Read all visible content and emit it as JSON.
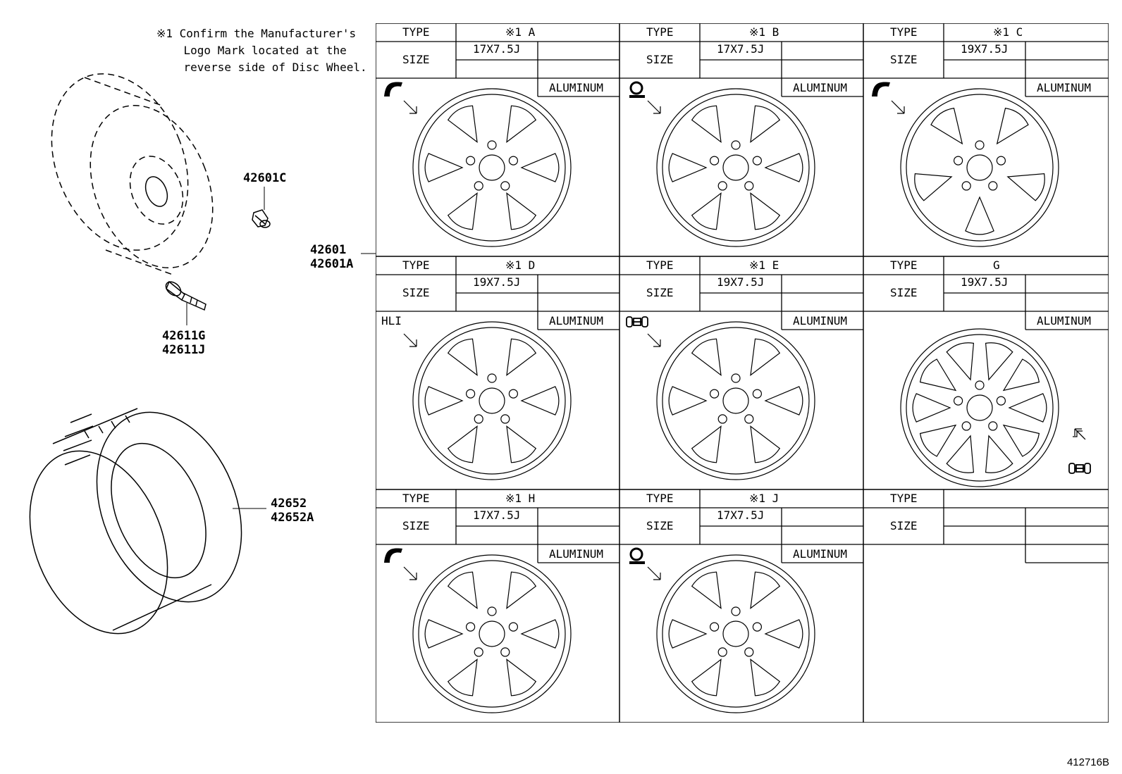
{
  "note": "※1 Confirm the Manufacturer's\n    Logo Mark located at the\n    reverse side of Disc Wheel.",
  "part_numbers": {
    "valve_cap": "42601C",
    "wheel": "42601\n42601A",
    "valve": "42611G\n42611J",
    "tire": "42652\n42652A"
  },
  "labels": {
    "type": "TYPE",
    "size": "SIZE",
    "material": "ALUMINUM",
    "hli": "HLI"
  },
  "wheels": [
    {
      "type": "※1 A",
      "size": "17X7.5J",
      "material": "ALUMINUM",
      "logo": "ribbon-logo-icon"
    },
    {
      "type": "※1 B",
      "size": "17X7.5J",
      "material": "ALUMINUM",
      "logo": "q-logo-icon"
    },
    {
      "type": "※1 C",
      "size": "19X7.5J",
      "material": "ALUMINUM",
      "logo": "ribbon-logo-icon"
    },
    {
      "type": "※1 D",
      "size": "19X7.5J",
      "material": "ALUMINUM",
      "logo": "hli-text"
    },
    {
      "type": "※1 E",
      "size": "19X7.5J",
      "material": "ALUMINUM",
      "logo": "dumbbell-logo-icon"
    },
    {
      "type": "G",
      "size": "19X7.5J",
      "material": "ALUMINUM",
      "logo": "dumbbell-logo-icon"
    },
    {
      "type": "※1 H",
      "size": "17X7.5J",
      "material": "ALUMINUM",
      "logo": "ribbon-logo-icon"
    },
    {
      "type": "※1 J",
      "size": "17X7.5J",
      "material": "ALUMINUM",
      "logo": "q-logo-icon"
    },
    {
      "type": "",
      "size": "",
      "material": "",
      "logo": ""
    }
  ],
  "drawing_number": "412716B"
}
